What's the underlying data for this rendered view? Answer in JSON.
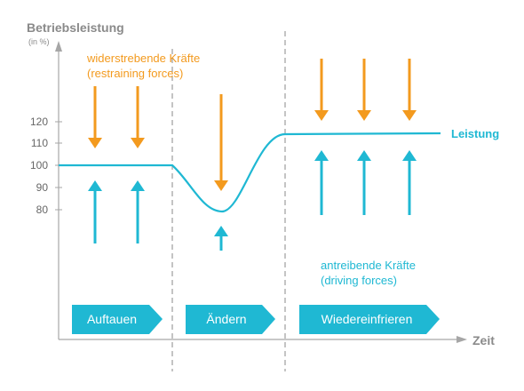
{
  "labels": {
    "y_title": "Betriebsleistung",
    "y_unit": "(in %)",
    "x_title": "Zeit",
    "restraining_line1": "widerstrebende Kräfte",
    "restraining_line2": "(restraining forces)",
    "driving_line1": "antreibende Kräfte",
    "driving_line2": "(driving forces)",
    "performance": "Leistung"
  },
  "y_ticks": [
    "120",
    "110",
    "100",
    "90",
    "80"
  ],
  "phases": [
    "Auftauen",
    "Ändern",
    "Wiedereinfrieren"
  ],
  "colors": {
    "cyan": "#1fb8d3",
    "orange": "#f39a1e",
    "axis": "#9a9a9a",
    "text_gray": "#7a7a7a"
  },
  "icons": {
    "restraining_arrow": "arrow-down-icon",
    "driving_arrow": "arrow-up-icon",
    "phase_arrow": "arrow-right-icon"
  }
}
